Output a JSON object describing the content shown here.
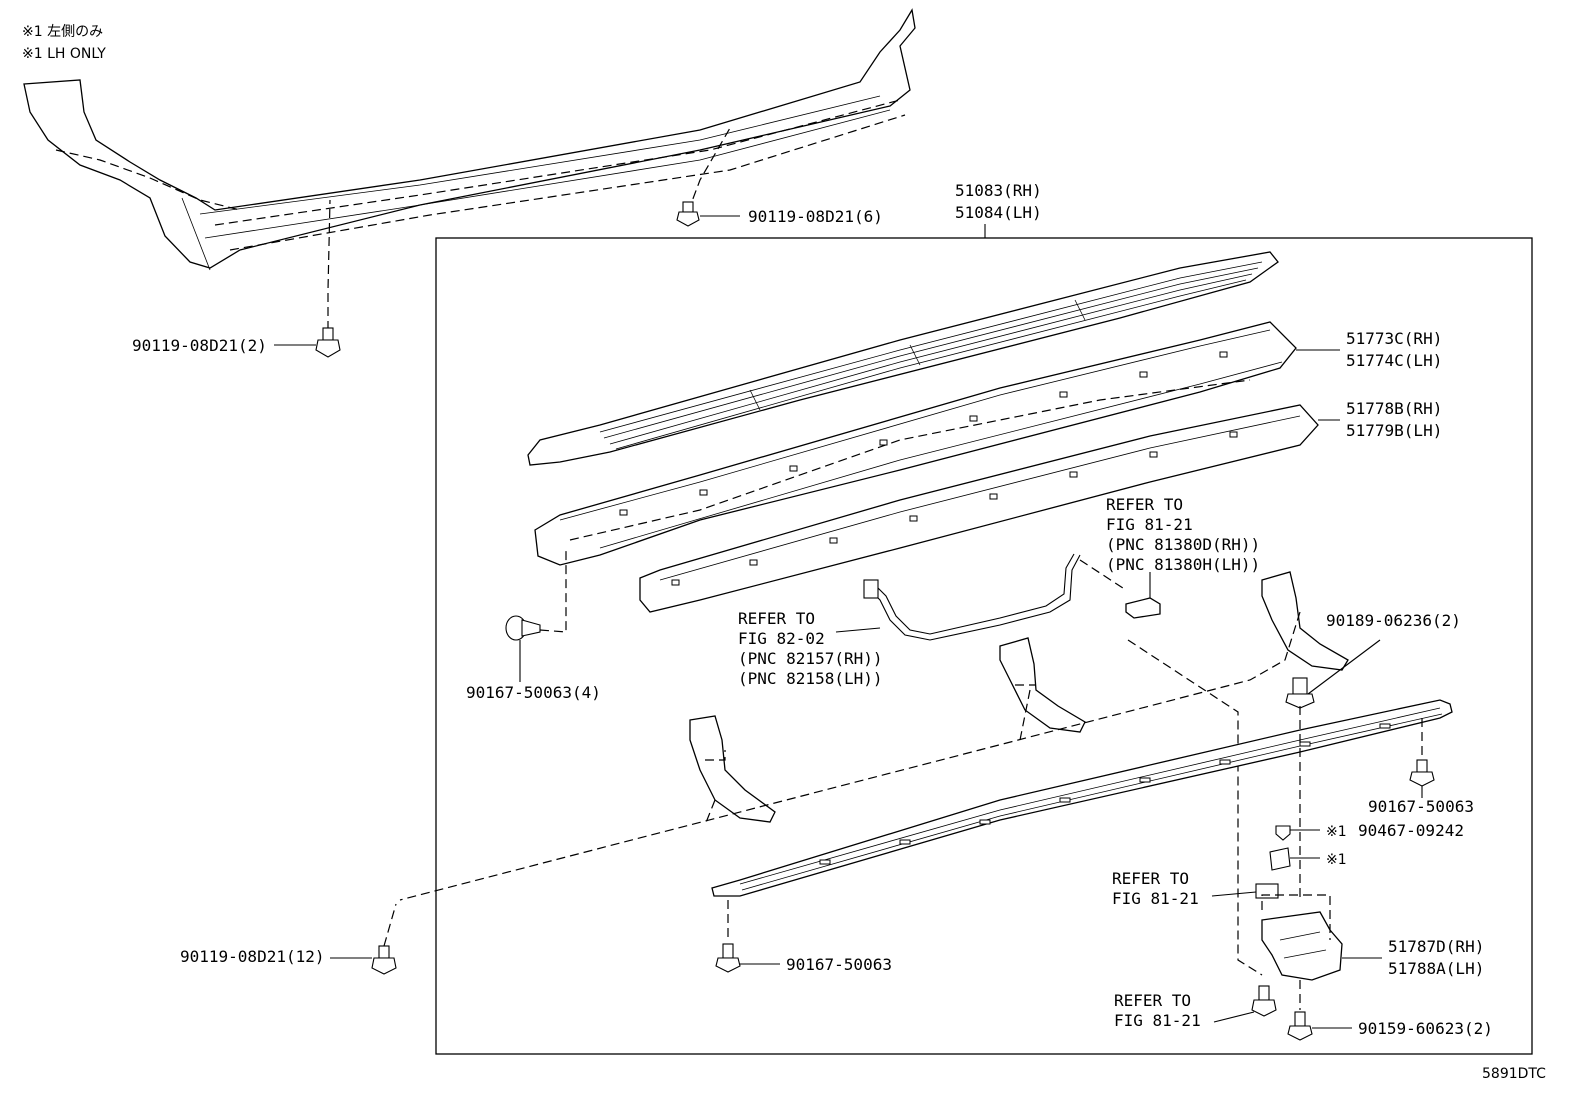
{
  "notes": {
    "line1": "※1 左側のみ",
    "line2": "※1 LH ONLY"
  },
  "labels": {
    "assy_rh": "51083(RH)",
    "assy_lh": "51084(LH)",
    "rocker_bolt_top": "90119-08D21(6)",
    "rocker_bolt_left": "90119-08D21(2)",
    "step_cover_rh": "51773C(RH)",
    "step_cover_lh": "51774C(LH)",
    "step_board_rh": "51778B(RH)",
    "step_board_lh": "51779B(LH)",
    "refer_81_21_a1": "REFER TO",
    "refer_81_21_a2": "FIG 81-21",
    "refer_81_21_a3": "(PNC 81380D(RH))",
    "refer_81_21_a4": "(PNC 81380H(LH))",
    "refer_82_02_1": "REFER TO",
    "refer_82_02_2": "FIG 82-02",
    "refer_82_02_3": "(PNC 82157(RH))",
    "refer_82_02_4": "(PNC 82158(LH))",
    "clip_4": "90167-50063(4)",
    "nut_90189": "90189-06236(2)",
    "screw_90167_right": "90167-50063",
    "clip_90467_mark": "※1",
    "clip_90467": "90467-09242",
    "mark_1": "※1",
    "refer_81_21_b1": "REFER TO",
    "refer_81_21_b2": "FIG 81-21",
    "bracket_rh": "51787D(RH)",
    "bracket_lh": "51788A(LH)",
    "bolt_12": "90119-08D21(12)",
    "screw_90167_bottom": "90167-50063",
    "refer_81_21_c1": "REFER TO",
    "refer_81_21_c2": "FIG 81-21",
    "bolt_90159": "90159-60623(2)",
    "drawing_code": "5891DTC"
  }
}
